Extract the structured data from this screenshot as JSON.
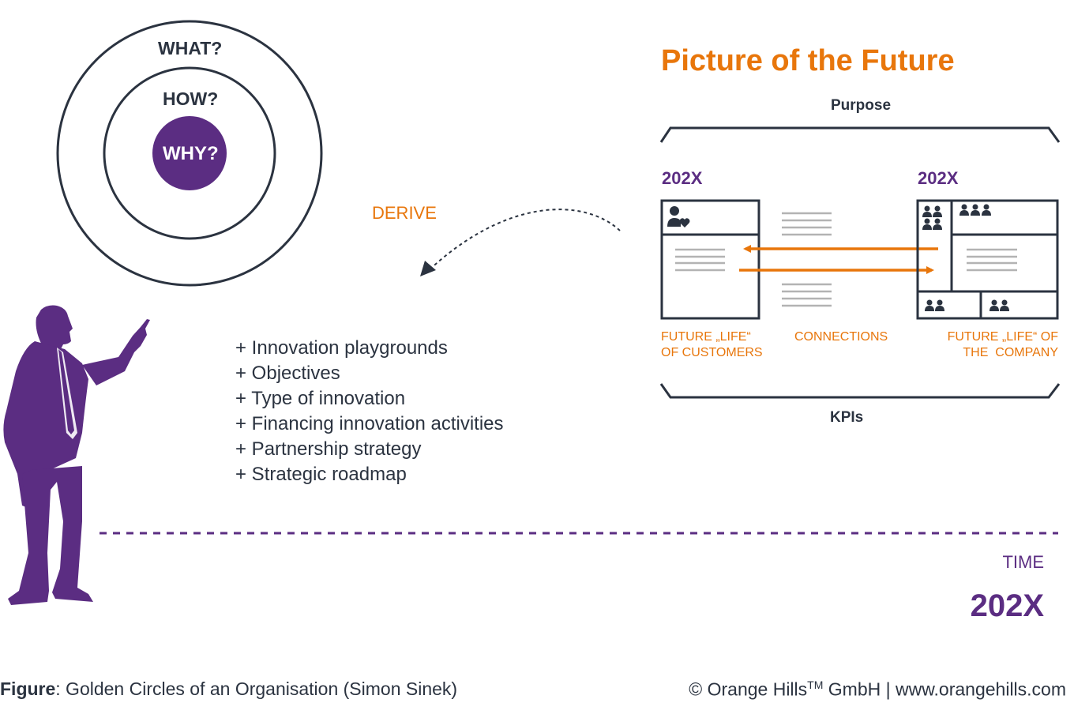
{
  "golden_circles": {
    "outer_label": "WHAT?",
    "middle_label": "HOW?",
    "inner_label": "WHY?"
  },
  "derive_label": "DERIVE",
  "derived_items": [
    "+ Innovation playgrounds",
    "+ Objectives",
    "+ Type of innovation",
    "+ Financing innovation activities",
    "+ Partnership strategy",
    "+ Strategic roadmap"
  ],
  "picture_of_future": {
    "title": "Picture of the Future",
    "top_label": "Purpose",
    "bottom_label": "KPIs",
    "left_year": "202X",
    "right_year": "202X",
    "left_caption_line1": "FUTURE „LIFE“",
    "left_caption_line2": "OF CUSTOMERS",
    "middle_caption": "CONNECTIONS",
    "right_caption_line1": "FUTURE „LIFE“ OF",
    "right_caption_line2": "THE  COMPANY"
  },
  "timeline": {
    "label": "TIME",
    "year": "202X"
  },
  "footer": {
    "figure_label": "Figure",
    "caption": ": Golden Circles of an Organisation (Simon Sinek)",
    "copyright_prefix": "© Orange Hills",
    "trademark": "TM",
    "copyright_suffix": " GmbH | www.orangehills.com"
  },
  "colors": {
    "purple": "#5b2d82",
    "orange": "#e8760b",
    "dark": "#2b3340",
    "gray_lines": "#b3b3b3"
  },
  "icons": [
    "person-heart-icon",
    "group-icon",
    "people-pair-icon",
    "pointing-businessman-icon"
  ]
}
